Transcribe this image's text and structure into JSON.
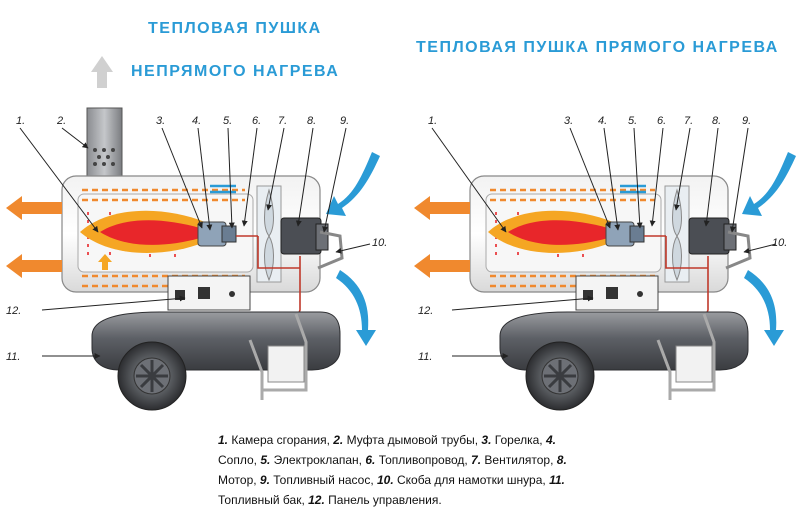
{
  "titles": {
    "left_line1": "ТЕПЛОВАЯ ПУШКА",
    "left_line2": "НЕПРЯМОГО НАГРЕВА",
    "right": "ТЕПЛОВАЯ ПУШКА ПРЯМОГО НАГРЕВА"
  },
  "labels": [
    "1.",
    "2.",
    "3.",
    "4.",
    "5.",
    "6.",
    "7.",
    "8.",
    "9.",
    "10.",
    "11.",
    "12."
  ],
  "legend": [
    {
      "num": "1.",
      "text": " Камера сгорания, "
    },
    {
      "num": "2.",
      "text": " Муфта дымовой трубы, "
    },
    {
      "num": "3.",
      "text": " Горелка, "
    },
    {
      "num": "4.",
      "text": " Сопло, "
    },
    {
      "num": "5.",
      "text": " Электроклапан, "
    },
    {
      "num": "6.",
      "text": " Топливопровод, "
    },
    {
      "num": "7.",
      "text": " Вентилятор, "
    },
    {
      "num": "8.",
      "text": " Мотор, "
    },
    {
      "num": "9.",
      "text": " Топливный насос, "
    },
    {
      "num": "10.",
      "text": " Скоба для намотки шнура, "
    },
    {
      "num": "11.",
      "text": " Топливный бак, "
    },
    {
      "num": "12.",
      "text": " Панель управления."
    }
  ],
  "colors": {
    "title": "#2a9bd6",
    "flame_outer": "#f5a623",
    "flame_inner": "#e8262a",
    "hot_air": "#f0892e",
    "cold_air": "#2a9bd6",
    "body": "#e6e6e6",
    "tank": "#5a5d63",
    "fuel_line": "#c0392b"
  }
}
